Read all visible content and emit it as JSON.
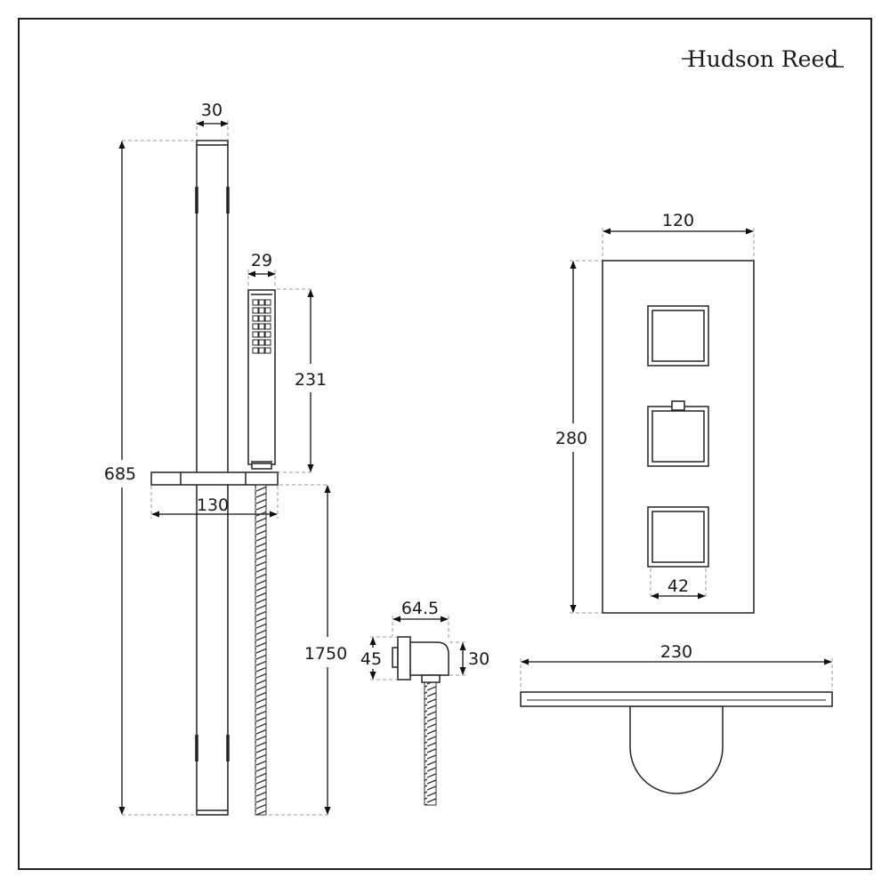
{
  "brand": {
    "name": "Hudson Reed"
  },
  "rail": {
    "width": "30",
    "height": "685"
  },
  "handset": {
    "width": "29",
    "height": "231"
  },
  "slider": {
    "width": "130"
  },
  "hose": {
    "length": "1750"
  },
  "outlet_elbow": {
    "width": "64.5",
    "height": "45",
    "depth": "30"
  },
  "valve": {
    "width": "120",
    "height": "280",
    "knob_width": "42"
  },
  "shower_head": {
    "width": "230"
  }
}
